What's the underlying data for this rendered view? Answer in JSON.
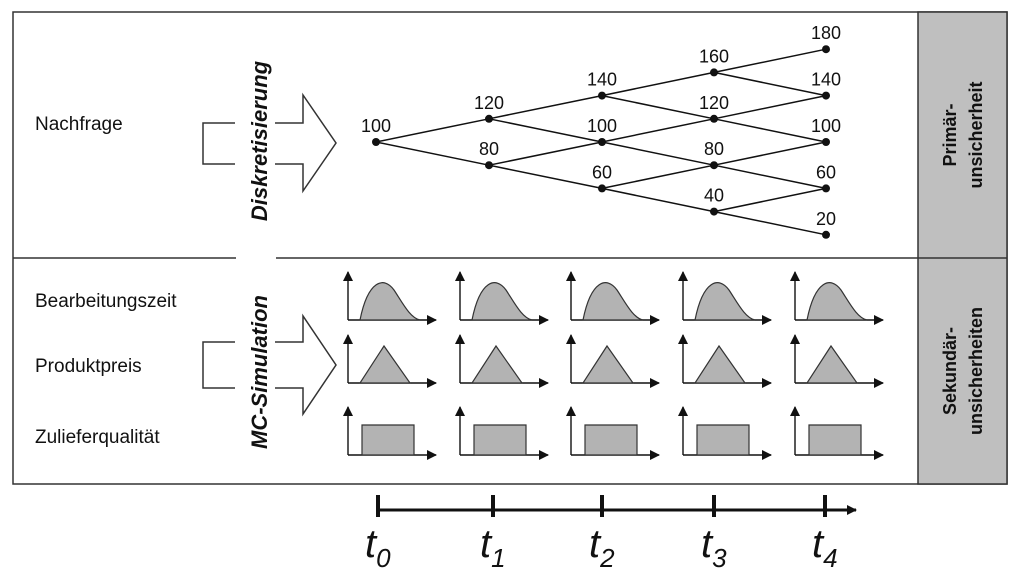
{
  "top_section": {
    "input_label": "Nachfrage",
    "method_label": "Diskretisierung",
    "side_label_line1": "Primär-",
    "side_label_line2": "unsicherheit"
  },
  "bottom_section": {
    "input_labels": [
      "Bearbeitungszeit",
      "Produktpreis",
      "Zulieferqualität"
    ],
    "method_label": "MC-Simulation",
    "side_label_line1": "Sekundär-",
    "side_label_line2": "unsicherheiten",
    "distribution_rows": [
      "bell-distribution-icon",
      "triangular-distribution-icon",
      "uniform-distribution-icon"
    ]
  },
  "tree": {
    "levels": [
      [
        100
      ],
      [
        120,
        80
      ],
      [
        140,
        100,
        60
      ],
      [
        160,
        120,
        80,
        40
      ],
      [
        180,
        140,
        100,
        60,
        20
      ]
    ]
  },
  "timeline": {
    "base": "t",
    "subscripts": [
      "0",
      "1",
      "2",
      "3",
      "4"
    ]
  },
  "colors": {
    "border": "#333333",
    "side_panel": "#bfbfbf",
    "distribution_fill": "#b3b3b3"
  }
}
